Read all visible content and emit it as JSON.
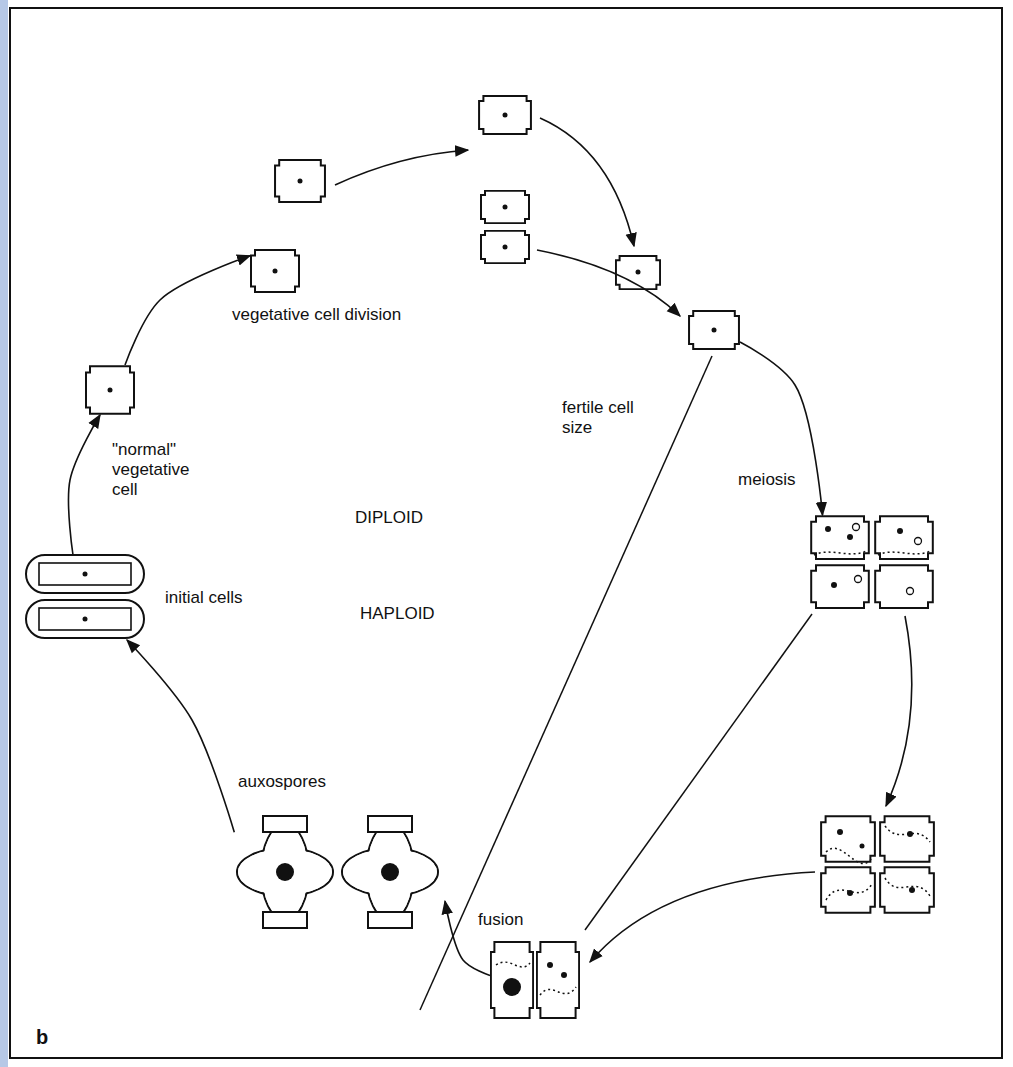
{
  "diagram": {
    "nodes": [
      {
        "text": [
          "\"normal\" vegetative cell"
        ]
      },
      {
        "text": [
          "vegetative cell division"
        ]
      },
      {
        "text": [
          "fertile cell size"
        ]
      },
      {
        "text": [
          "meiosis"
        ]
      },
      {
        "text": [
          "fusion"
        ]
      },
      {
        "text": [
          "auxospores"
        ]
      },
      {
        "text": [
          "initial cells"
        ]
      }
    ],
    "edges": [
      {
        "from": 0,
        "to": 1,
        "arrow": "to"
      },
      {
        "from": 2,
        "to": 3,
        "arrow": "to"
      },
      {
        "from": 4,
        "to": 5,
        "arrow": "to"
      },
      {
        "from": 5,
        "to": 6,
        "arrow": "to"
      },
      {
        "from": 6,
        "to": 0,
        "arrow": "to"
      }
    ],
    "labels": [
      "DIPLOID",
      "HAPLOID",
      "b"
    ]
  }
}
